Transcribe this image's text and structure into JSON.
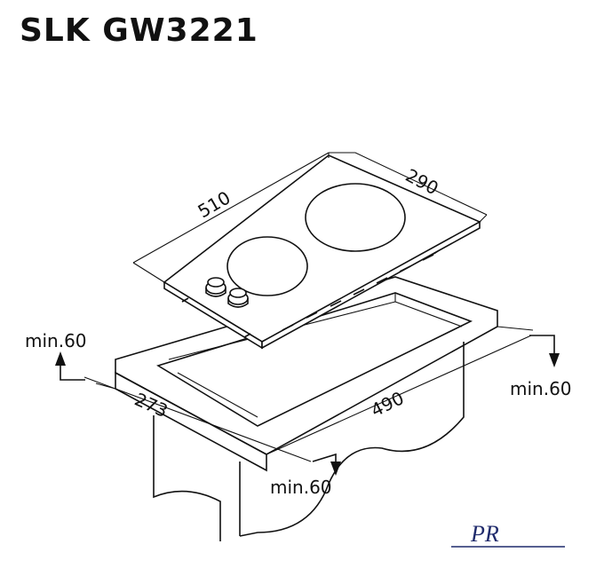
{
  "title": "SLK GW3221",
  "dimensions": {
    "top_width": "510",
    "top_depth": "290",
    "cutout_width": "490",
    "cutout_depth": "273",
    "clearance_left": "min.60",
    "clearance_right": "min.60",
    "clearance_front": "min.60"
  },
  "logo": {
    "text": "PR"
  },
  "colors": {
    "line": "#111111",
    "logo": "#1f2a6b"
  }
}
